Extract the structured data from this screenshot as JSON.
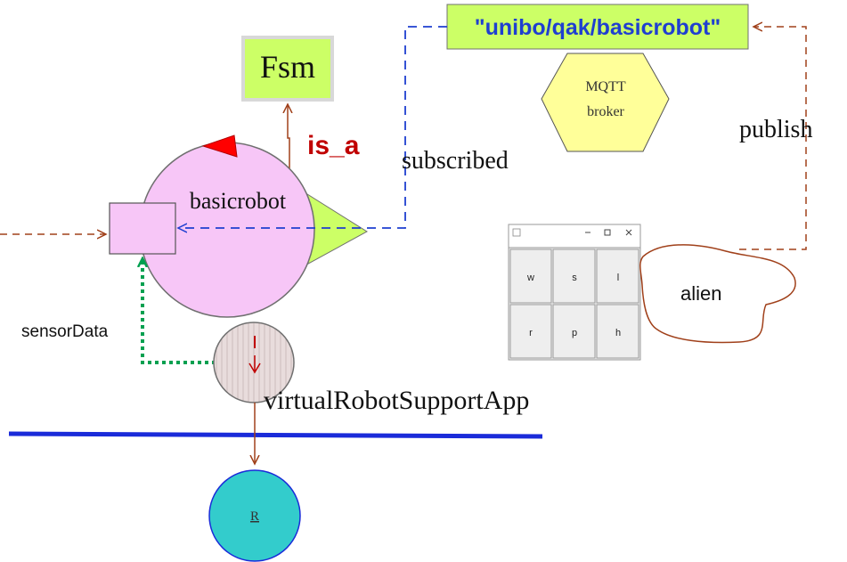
{
  "topic_box": {
    "text": "\"unibo/qak/basicrobot\""
  },
  "broker": {
    "line1": "MQTT",
    "line2": "broker"
  },
  "fsm_box": {
    "text": "Fsm"
  },
  "relation": {
    "text": "is_a"
  },
  "subscribed_label": {
    "text": "subscribed"
  },
  "publish_label": {
    "text": "publish"
  },
  "actor": {
    "name": "basicrobot"
  },
  "sensor_label": {
    "text": "sensorData"
  },
  "support_app": {
    "name": "virtualRobotSupportApp"
  },
  "robot_node": {
    "label": "R"
  },
  "alien_label": {
    "text": "alien"
  },
  "console": {
    "buttons": [
      {
        "label": "w"
      },
      {
        "label": "s"
      },
      {
        "label": "l"
      },
      {
        "label": "r"
      },
      {
        "label": "p"
      },
      {
        "label": "h"
      }
    ]
  },
  "colors": {
    "topic_fill": "#ccff66",
    "topic_text": "#1f3fd0",
    "broker_fill": "#ffff99",
    "fsm_fill": "#ccff66",
    "actor_fill": "#f7c6f7",
    "cone_fill": "#ccff66",
    "triangle_red": "#ff0000",
    "relation_text": "#c00000",
    "link_brown": "#a0401a",
    "link_blue": "#1f3fd0",
    "sensor_green": "#00a050",
    "floor_line": "#1a2bd9",
    "robot_fill": "#33cccc"
  }
}
